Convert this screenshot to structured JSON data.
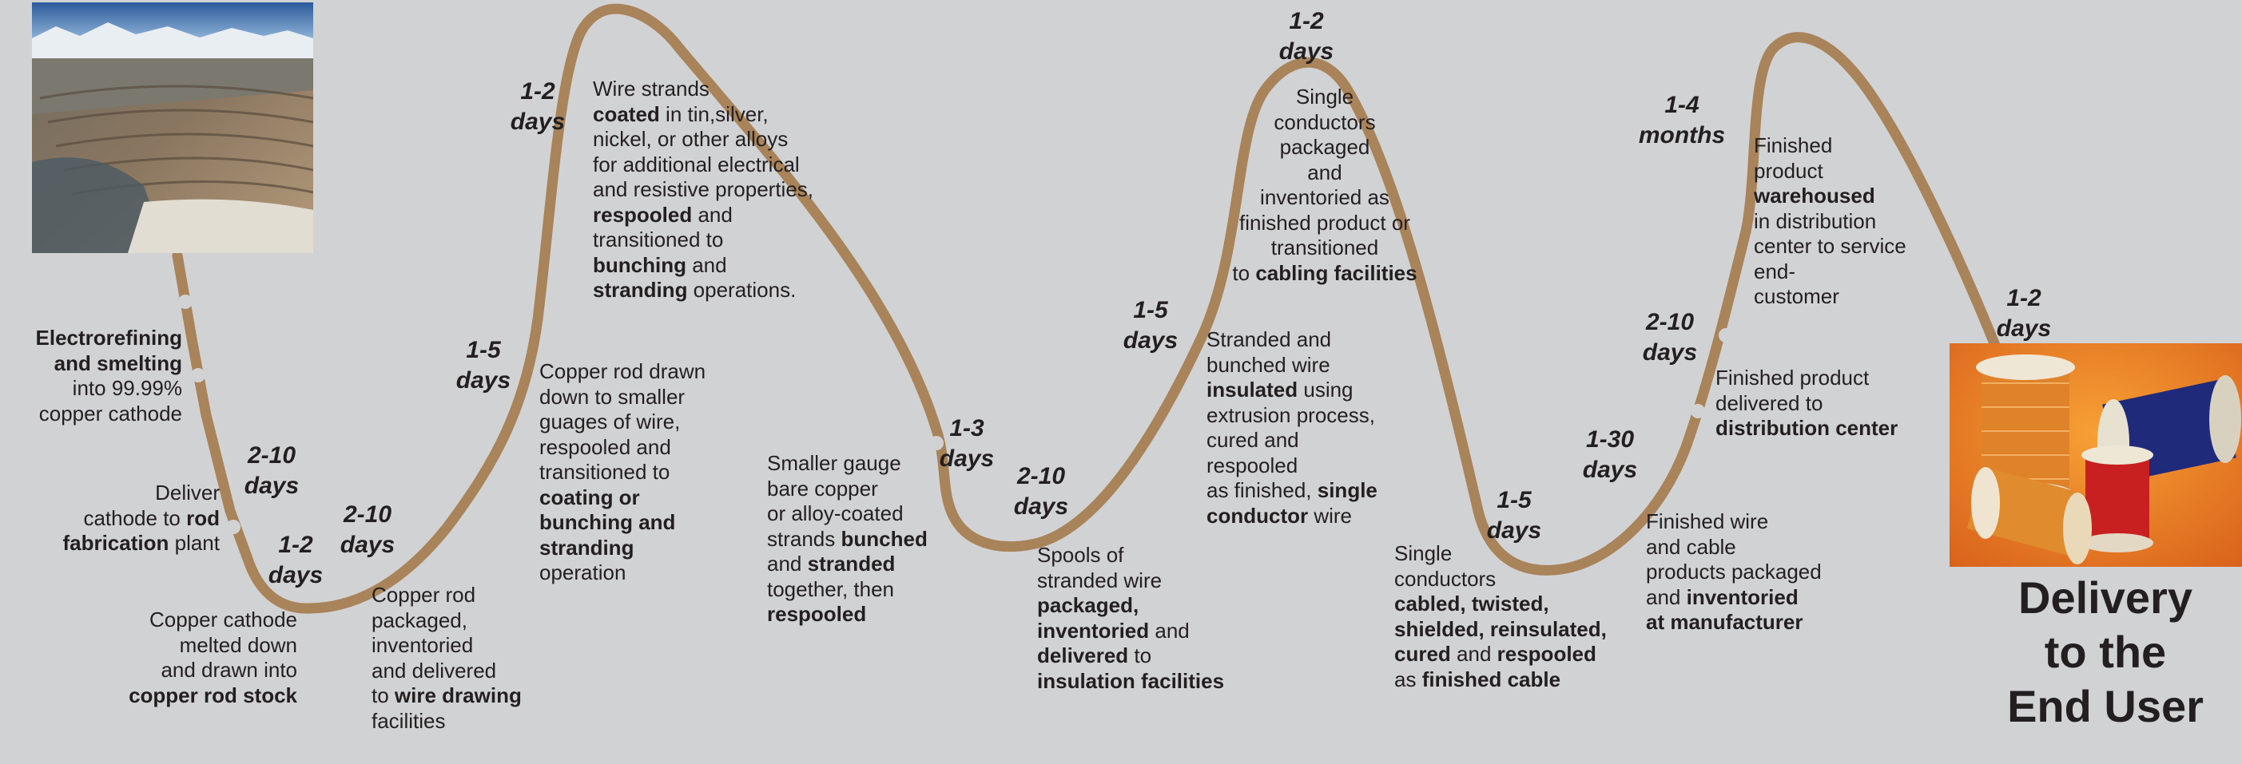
{
  "durations": {
    "d01": [
      "2-10",
      "days"
    ],
    "d02": [
      "1-2",
      "days"
    ],
    "d03": [
      "2-10",
      "days"
    ],
    "d04": [
      "1-5",
      "days"
    ],
    "d05": [
      "1-2",
      "days"
    ],
    "d06": [
      "1-3",
      "days"
    ],
    "d07": [
      "2-10",
      "days"
    ],
    "d08": [
      "1-5",
      "days"
    ],
    "d09": [
      "1-2",
      "days"
    ],
    "d10": [
      "1-5",
      "days"
    ],
    "d11": [
      "1-30",
      "days"
    ],
    "d12": [
      "2-10",
      "days"
    ],
    "d13": [
      "1-4",
      "months"
    ],
    "d14": [
      "1-2",
      "days"
    ]
  },
  "steps": {
    "s01": [
      [
        {
          "t": "Electrorefining",
          "b": true
        }
      ],
      [
        {
          "t": "and smelting",
          "b": true
        }
      ],
      [
        {
          "t": "into 99.99%"
        }
      ],
      [
        {
          "t": "copper cathode"
        }
      ]
    ],
    "s02": [
      [
        {
          "t": "Deliver"
        }
      ],
      [
        {
          "t": "cathode to "
        },
        {
          "t": "rod",
          "b": true
        }
      ],
      [
        {
          "t": "fabrication",
          "b": true
        },
        {
          "t": " plant"
        }
      ]
    ],
    "s03": [
      [
        {
          "t": "Copper cathode"
        }
      ],
      [
        {
          "t": "melted down"
        }
      ],
      [
        {
          "t": "and drawn into"
        }
      ],
      [
        {
          "t": "copper rod stock",
          "b": true
        }
      ]
    ],
    "s04": [
      [
        {
          "t": "Copper rod"
        }
      ],
      [
        {
          "t": "packaged,"
        }
      ],
      [
        {
          "t": "inventoried"
        }
      ],
      [
        {
          "t": "and delivered"
        }
      ],
      [
        {
          "t": "to "
        },
        {
          "t": "wire drawing",
          "b": true
        }
      ],
      [
        {
          "t": "facilities"
        }
      ]
    ],
    "s05": [
      [
        {
          "t": "Copper rod drawn"
        }
      ],
      [
        {
          "t": "down to smaller"
        }
      ],
      [
        {
          "t": "guages of wire,"
        }
      ],
      [
        {
          "t": "respooled and"
        }
      ],
      [
        {
          "t": "transitioned to"
        }
      ],
      [
        {
          "t": "coating or",
          "b": true
        }
      ],
      [
        {
          "t": "bunching and",
          "b": true
        }
      ],
      [
        {
          "t": "stranding",
          "b": true
        }
      ],
      [
        {
          "t": "operation"
        }
      ]
    ],
    "s06": [
      [
        {
          "t": "Wire strands"
        }
      ],
      [
        {
          "t": "coated",
          "b": true
        },
        {
          "t": " in tin,silver,"
        }
      ],
      [
        {
          "t": "nickel, or other alloys"
        }
      ],
      [
        {
          "t": "for additional electrical"
        }
      ],
      [
        {
          "t": "and resistive properties,"
        }
      ],
      [
        {
          "t": "respooled",
          "b": true
        },
        {
          "t": " and"
        }
      ],
      [
        {
          "t": "transitioned to"
        }
      ],
      [
        {
          "t": "bunching",
          "b": true
        },
        {
          "t": " and"
        }
      ],
      [
        {
          "t": "stranding",
          "b": true
        },
        {
          "t": " operations."
        }
      ]
    ],
    "s07": [
      [
        {
          "t": "Smaller gauge"
        }
      ],
      [
        {
          "t": "bare copper"
        }
      ],
      [
        {
          "t": "or alloy-coated"
        }
      ],
      [
        {
          "t": "strands "
        },
        {
          "t": "bunched",
          "b": true
        }
      ],
      [
        {
          "t": "and "
        },
        {
          "t": "stranded",
          "b": true
        }
      ],
      [
        {
          "t": "together, then"
        }
      ],
      [
        {
          "t": "respooled",
          "b": true
        }
      ]
    ],
    "s08": [
      [
        {
          "t": "Spools of"
        }
      ],
      [
        {
          "t": "stranded wire"
        }
      ],
      [
        {
          "t": "packaged,",
          "b": true
        }
      ],
      [
        {
          "t": "inventoried",
          "b": true
        },
        {
          "t": " and"
        }
      ],
      [
        {
          "t": "delivered",
          "b": true
        },
        {
          "t": " to"
        }
      ],
      [
        {
          "t": "insulation facilities",
          "b": true
        }
      ]
    ],
    "s09": [
      [
        {
          "t": "Stranded and"
        }
      ],
      [
        {
          "t": "bunched wire"
        }
      ],
      [
        {
          "t": "insulated",
          "b": true
        },
        {
          "t": " using"
        }
      ],
      [
        {
          "t": "extrusion process,"
        }
      ],
      [
        {
          "t": "cured and"
        }
      ],
      [
        {
          "t": "respooled"
        }
      ],
      [
        {
          "t": "as finished, "
        },
        {
          "t": "single",
          "b": true
        }
      ],
      [
        {
          "t": "conductor",
          "b": true
        },
        {
          "t": " wire"
        }
      ]
    ],
    "s10": [
      [
        {
          "t": "Single"
        }
      ],
      [
        {
          "t": "conductors"
        }
      ],
      [
        {
          "t": "packaged"
        }
      ],
      [
        {
          "t": "and"
        }
      ],
      [
        {
          "t": "inventoried as"
        }
      ],
      [
        {
          "t": "finished product or"
        }
      ],
      [
        {
          "t": "transitioned"
        }
      ],
      [
        {
          "t": "to "
        },
        {
          "t": "cabling facilities",
          "b": true
        }
      ]
    ],
    "s11": [
      [
        {
          "t": "Single"
        }
      ],
      [
        {
          "t": "conductors"
        }
      ],
      [
        {
          "t": "cabled, twisted,",
          "b": true
        }
      ],
      [
        {
          "t": "shielded, reinsulated,",
          "b": true
        }
      ],
      [
        {
          "t": "cured",
          "b": true
        },
        {
          "t": " and "
        },
        {
          "t": "respooled",
          "b": true
        }
      ],
      [
        {
          "t": "as "
        },
        {
          "t": "finished cable",
          "b": true
        }
      ]
    ],
    "s12": [
      [
        {
          "t": "Finished wire"
        }
      ],
      [
        {
          "t": "and cable"
        }
      ],
      [
        {
          "t": "products packaged"
        }
      ],
      [
        {
          "t": "and "
        },
        {
          "t": "inventoried",
          "b": true
        }
      ],
      [
        {
          "t": "at manufacturer",
          "b": true
        }
      ]
    ],
    "s13": [
      [
        {
          "t": "Finished product"
        }
      ],
      [
        {
          "t": "delivered to"
        }
      ],
      [
        {
          "t": "distribution center",
          "b": true
        }
      ]
    ],
    "s14": [
      [
        {
          "t": "Finished"
        }
      ],
      [
        {
          "t": "product"
        }
      ],
      [
        {
          "t": "warehoused",
          "b": true
        }
      ],
      [
        {
          "t": "in distribution"
        }
      ],
      [
        {
          "t": "center to service"
        }
      ],
      [
        {
          "t": "end-"
        }
      ],
      [
        {
          "t": "customer"
        }
      ]
    ]
  },
  "end_title": [
    "Delivery",
    "to the",
    "End User"
  ],
  "colors": {
    "background": "#d1d2d4",
    "path": "#a98359",
    "text": "#231f20"
  },
  "images": {
    "start": "open-pit-copper-mine-photo",
    "end": "copper-wire-spools-photo"
  }
}
